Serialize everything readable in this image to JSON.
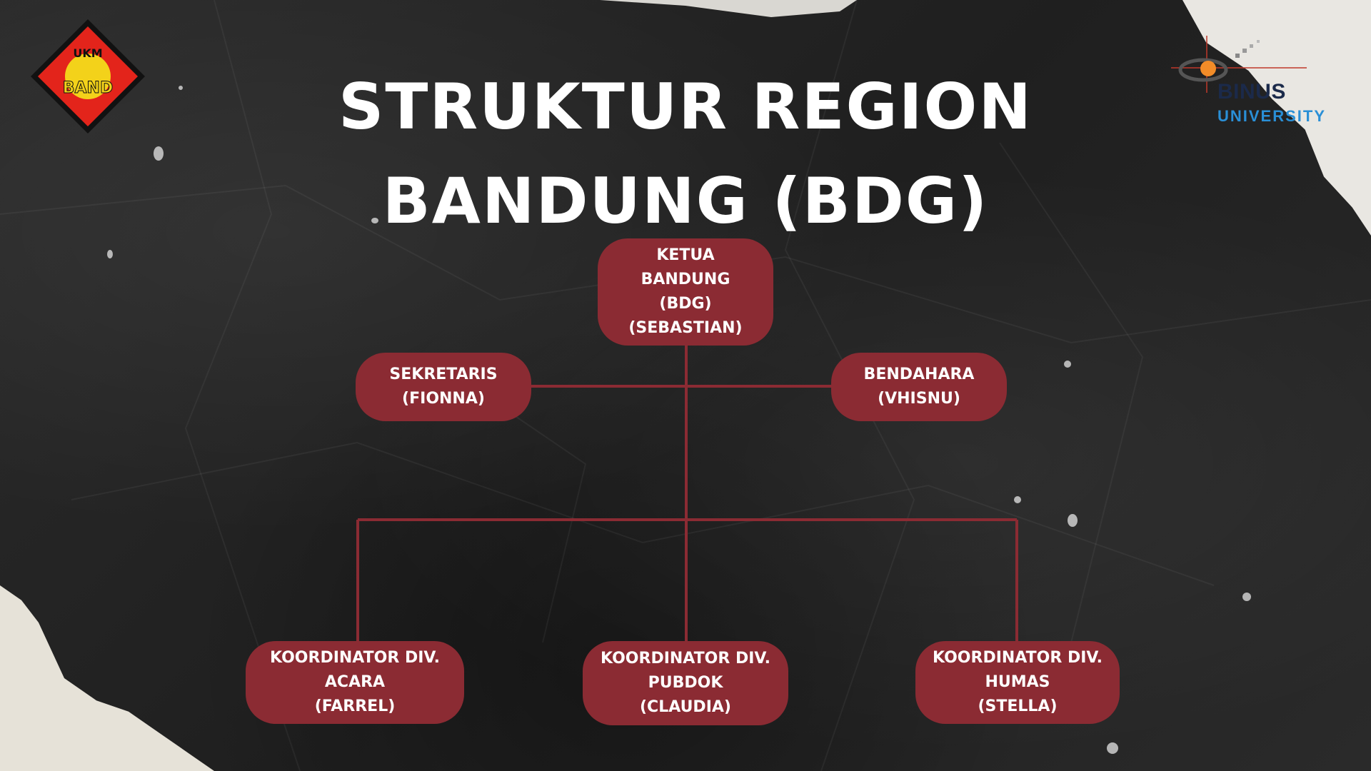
{
  "title": {
    "line1": "STRUKTUR REGION",
    "line2": "BANDUNG (BDG)"
  },
  "logos": {
    "ukm_left": {
      "text_top": "UKM",
      "text_main": "BAND"
    },
    "binus": {
      "name": "BINUS",
      "sub": "UNIVERSITY"
    }
  },
  "org_chart": {
    "head": "KETUA\nBANDUNG\n(BDG)\n(SEBASTIAN)",
    "secretary": "SEKRETARIS\n(FIONNA)",
    "treasurer": "BENDAHARA\n(VHISNU)",
    "coordinators": [
      "KOORDINATOR DIV.\nACARA\n(FARREL)",
      "KOORDINATOR DIV.\nPUBDOK\n(CLAUDIA)",
      "KOORDINATOR DIV.\nHUMAS\n(STELLA)"
    ]
  },
  "colors": {
    "node_fill": "#8b2b33",
    "connector": "#8b2b33",
    "background": "#242424",
    "title_text": "#ffffff"
  }
}
